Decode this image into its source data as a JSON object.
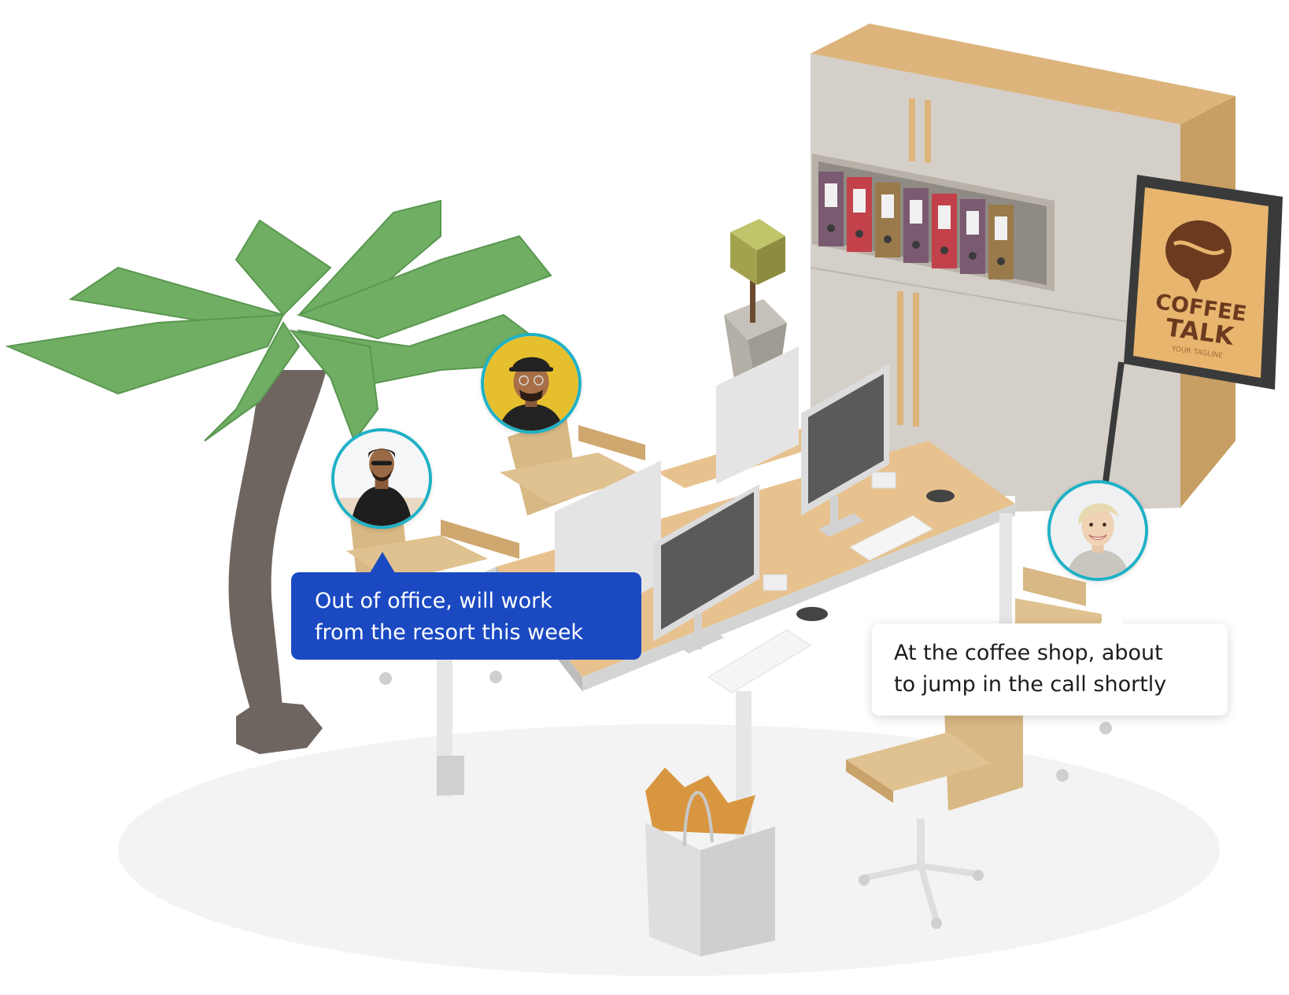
{
  "scene": {
    "sign": {
      "brand_line1": "COFFEE",
      "brand_line2": "TALK",
      "tagline": "YOUR TAGLINE"
    },
    "binder_colors": [
      "#7a5a70",
      "#c3414a",
      "#9a7a4a",
      "#7a5a70",
      "#c3414a",
      "#7a5a70",
      "#9a7a4a"
    ]
  },
  "avatars": [
    {
      "id": "resort",
      "status": "Out of office",
      "icon": "person-avatar"
    },
    {
      "id": "cap",
      "icon": "person-avatar"
    },
    {
      "id": "coffee",
      "icon": "person-avatar"
    }
  ],
  "messages": {
    "resort": {
      "line1": "Out of office, will work",
      "line2": "from the resort this week"
    },
    "coffee": {
      "line1": "At the coffee shop, about",
      "line2": "to jump in the call shortly"
    }
  },
  "colors": {
    "accent_ring": "#1fb1c6",
    "bubble_blue": "#1a49c2",
    "desk_top": "#e8c28e",
    "palm_leaf": "#6fae63"
  }
}
